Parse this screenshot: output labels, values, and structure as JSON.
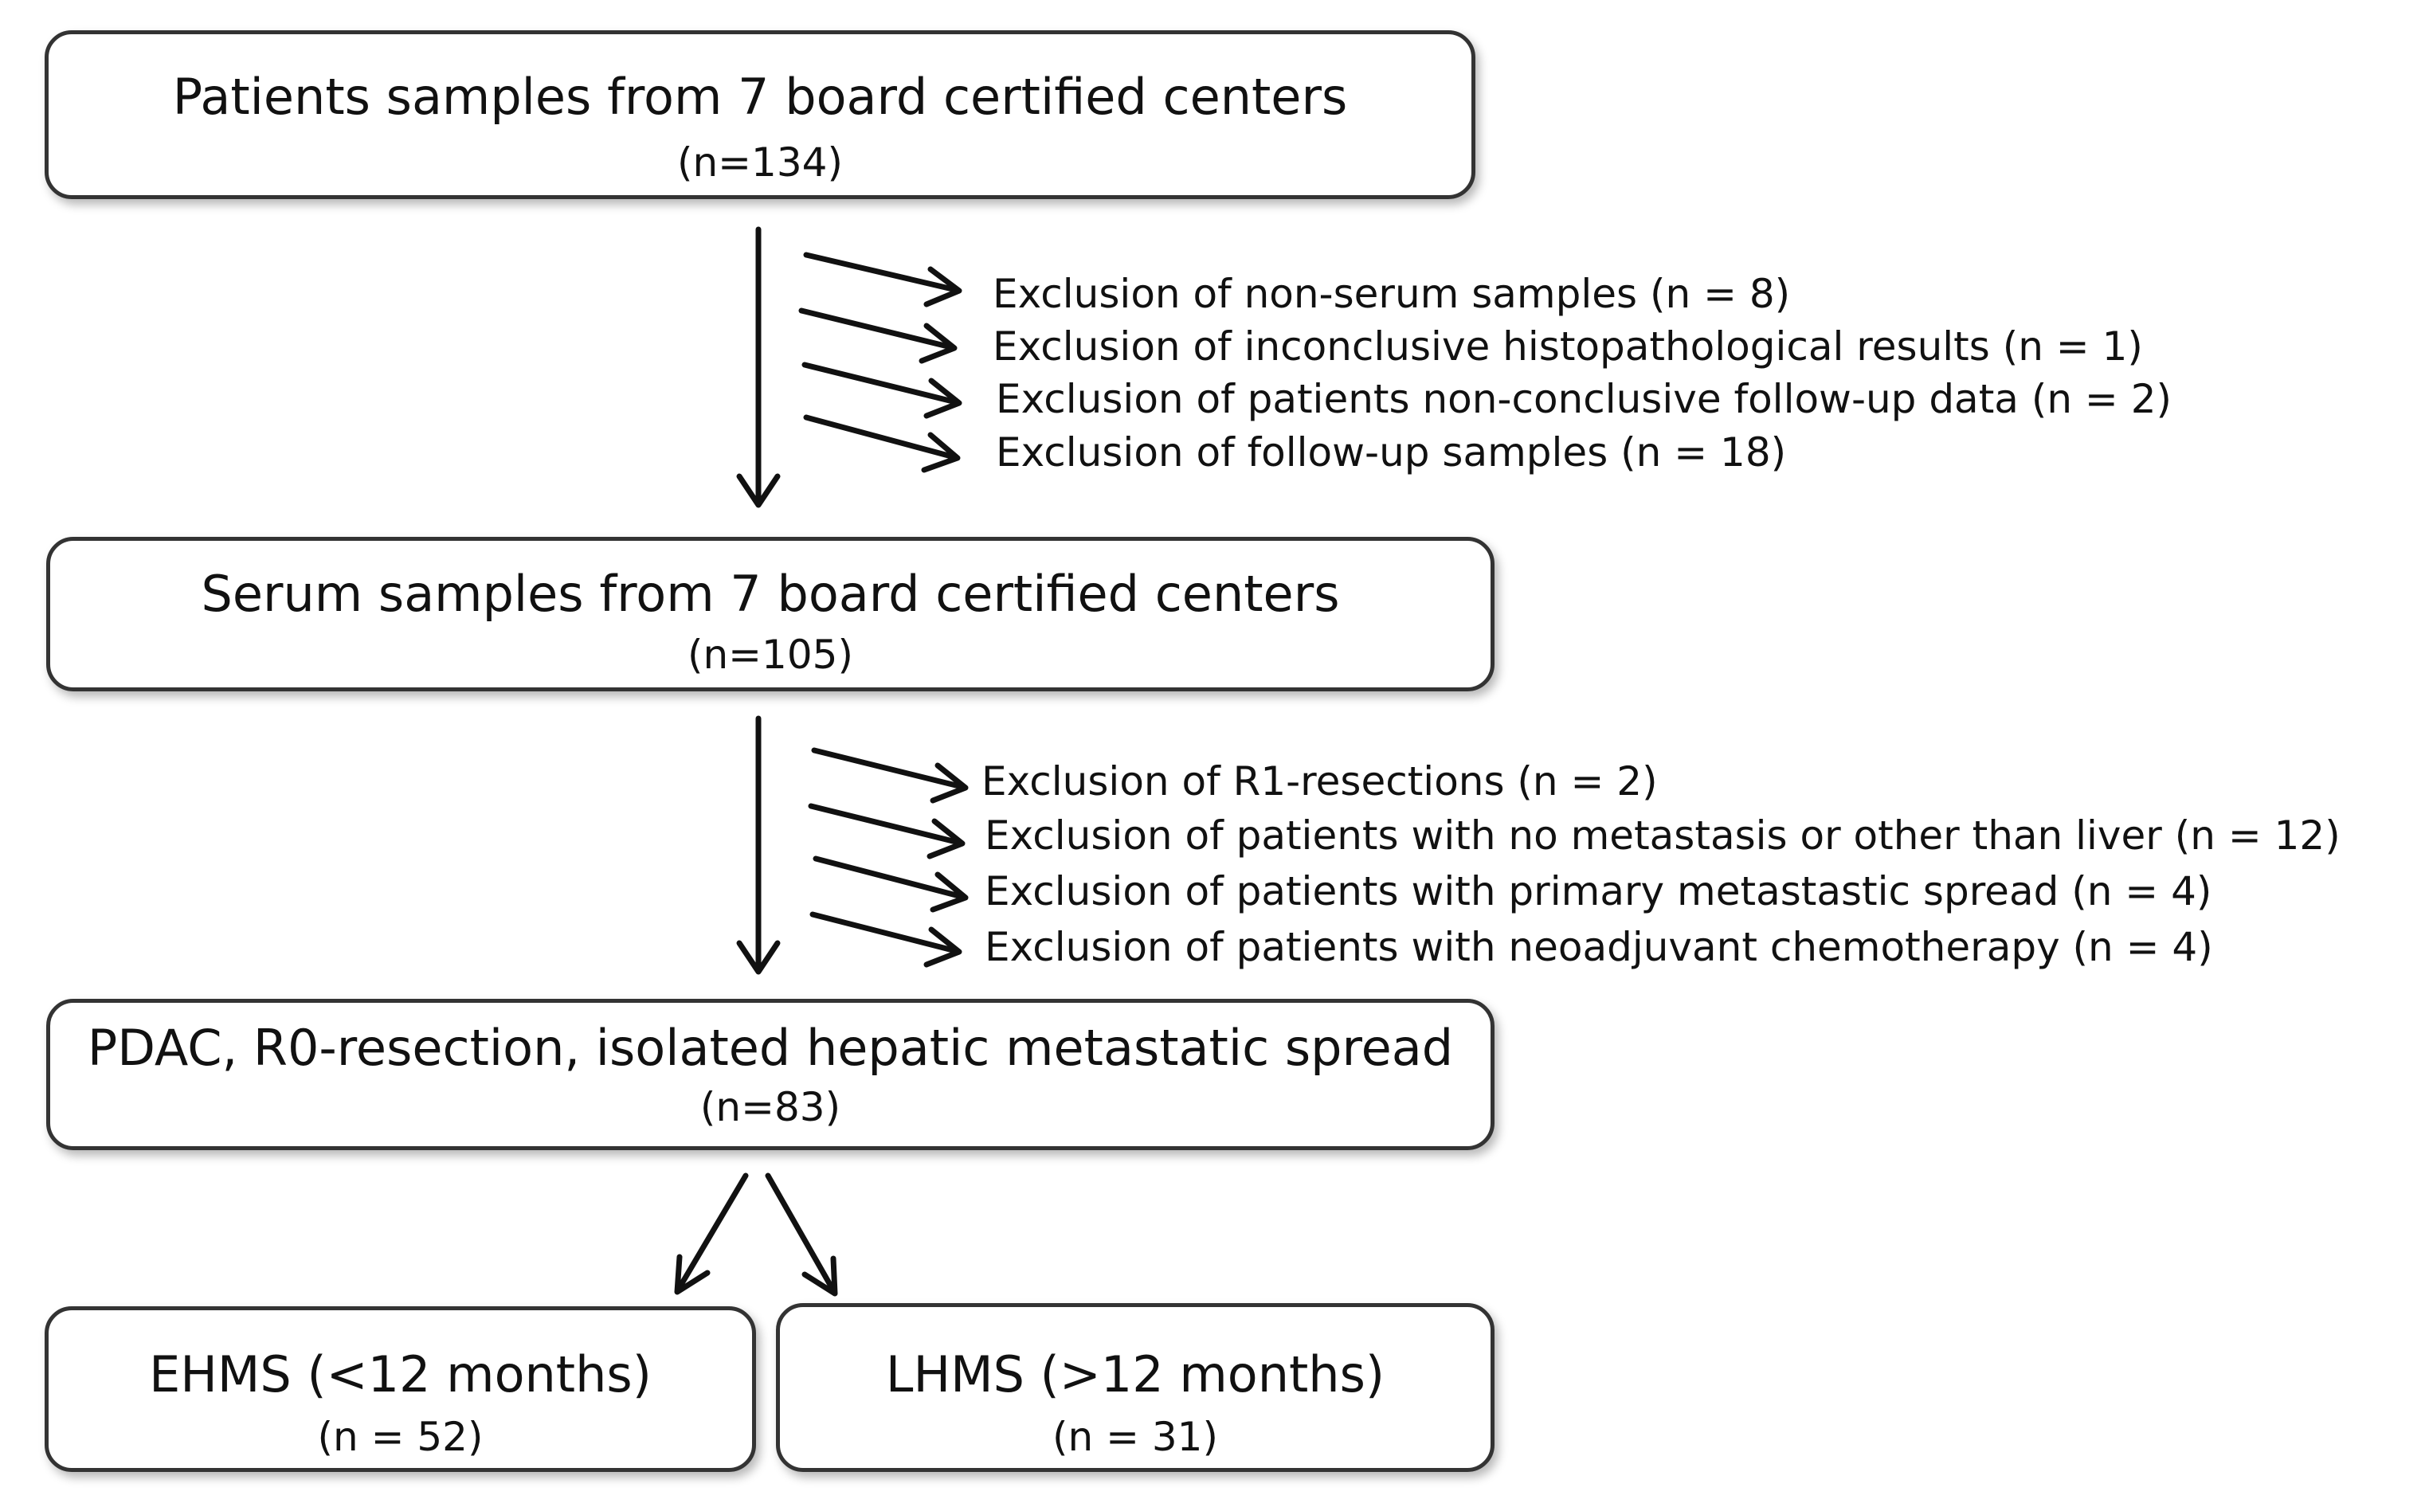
{
  "boxes": {
    "patients": {
      "title": "Patients samples from 7 board certified centers",
      "count": "(n=134)"
    },
    "serum": {
      "title": "Serum samples from 7 board certified centers",
      "count": "(n=105)"
    },
    "pdac": {
      "title": "PDAC, R0-resection, isolated hepatic metastatic spread",
      "count": "(n=83)"
    },
    "ehms": {
      "title": "EHMS (<12 months)",
      "count": "(n = 52)"
    },
    "lhms": {
      "title": "LHMS (>12 months)",
      "count": "(n = 31)"
    }
  },
  "exclusions_stage1": [
    "Exclusion of non-serum samples (n = 8)",
    "Exclusion of inconclusive histopathological results (n = 1)",
    "Exclusion of patients non-conclusive follow-up data (n = 2)",
    "Exclusion of follow-up samples (n = 18)"
  ],
  "exclusions_stage2": [
    "Exclusion of R1-resections (n = 2)",
    "Exclusion of patients with no metastasis or other than liver (n = 12)",
    "Exclusion of patients with primary metastastic spread (n = 4)",
    "Exclusion of patients with neoadjuvant chemotherapy (n = 4)"
  ]
}
